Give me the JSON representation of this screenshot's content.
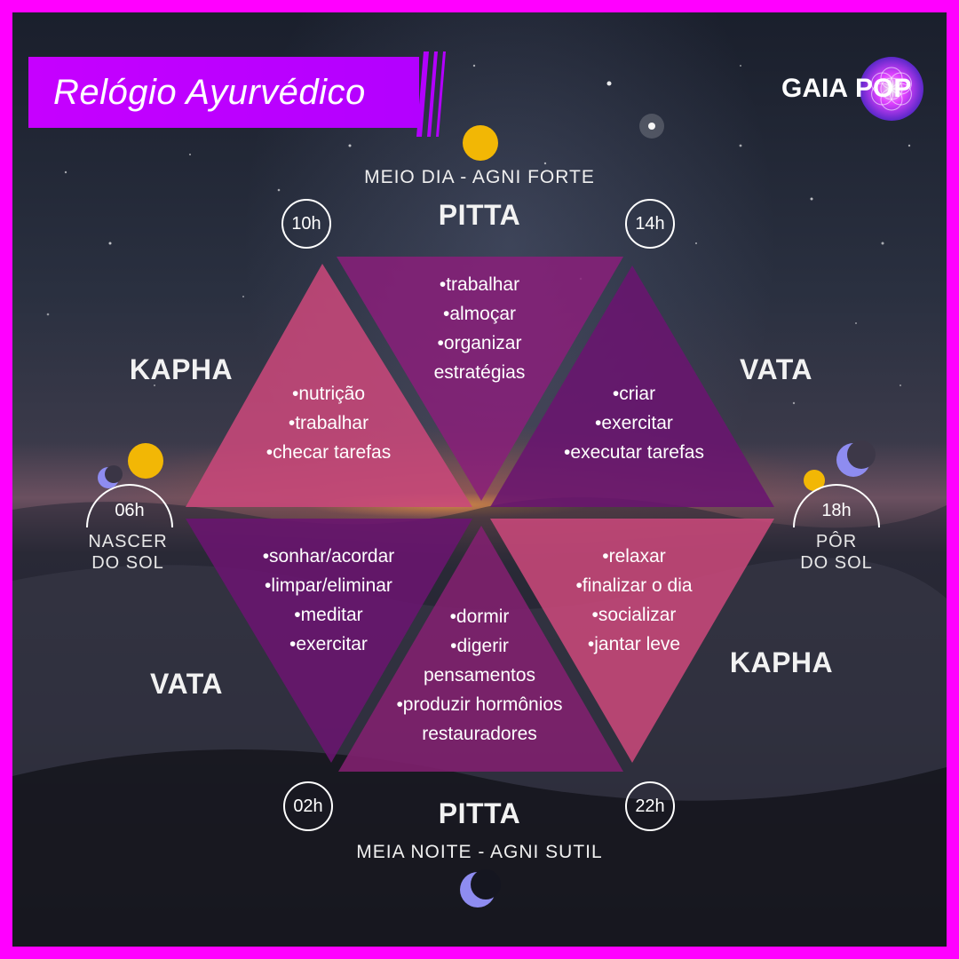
{
  "header": {
    "title": "Relógio Ayurvédico"
  },
  "brand": {
    "word1": "GAIA",
    "word2": "POP"
  },
  "top": {
    "caption": "MEIO DIA - AGNI FORTE",
    "dosha": "PITTA"
  },
  "bottom": {
    "caption": "MEIA NOITE - AGNI SUTIL",
    "dosha": "PITTA"
  },
  "hours": {
    "h10": "10h",
    "h14": "14h",
    "h02": "02h",
    "h22": "22h",
    "h06": "06h",
    "h18": "18h"
  },
  "left": {
    "caption_line1": "NASCER",
    "caption_line2": "DO SOL"
  },
  "right": {
    "caption_line1": "PÔR",
    "caption_line2": "DO SOL"
  },
  "doshas": {
    "upper_left": "KAPHA",
    "upper_right": "VATA",
    "lower_left": "VATA",
    "lower_right": "KAPHA"
  },
  "segments": {
    "top": [
      "•trabalhar",
      "•almoçar",
      "•organizar",
      "estratégias"
    ],
    "upper_left": [
      "•nutrição",
      "•trabalhar",
      "•checar tarefas"
    ],
    "upper_right": [
      "•criar",
      "•exercitar",
      "•executar tarefas"
    ],
    "lower_left": [
      "•sonhar/acordar",
      "•limpar/eliminar",
      "•meditar",
      "•exercitar"
    ],
    "bottom": [
      "•dormir",
      "•digerir",
      "pensamentos",
      "•produzir hormônios",
      "restauradores"
    ],
    "lower_right": [
      "•relaxar",
      "•finalizar o dia",
      "•socializar",
      "•jantar leve"
    ]
  },
  "colors": {
    "border": "#ff00ff",
    "title_bar": "#b300ff",
    "pink_triangle": "#c8487a",
    "purple_triangle": "#6a1470",
    "sun": "#f2b705",
    "moon": "#8e8cf0"
  },
  "icons": [
    "sun-icon",
    "moon-icon",
    "sunrise-icon",
    "sunset-icon",
    "flower-of-life-icon"
  ]
}
